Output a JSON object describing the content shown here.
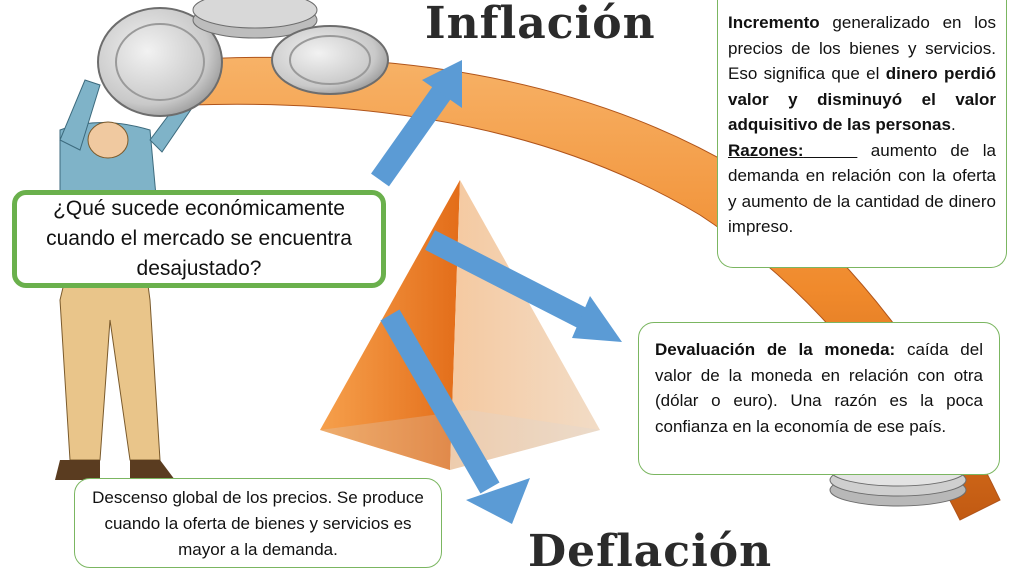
{
  "titles": {
    "inflacion": "Inflación",
    "deflacion": "Deflación"
  },
  "question": "¿Qué sucede económicamente cuando el mercado se encuentra desajustado?",
  "inflacion_box": {
    "term": "Incremento",
    "text1": " generalizado en los precios de los bienes y servicios. Eso significa que el ",
    "bold2": "dinero perdió valor y disminuyó el valor adquisitivo de las personas",
    "text2": ".",
    "razones_label": "Razones:",
    "razones_text": " aumento de la demanda en relación con la oferta y aumento de la cantidad de dinero impreso."
  },
  "devaluacion_box": {
    "term": "Devaluación de la moneda:",
    "text": " caída del valor de la moneda en relación con otra (dólar o euro). Una razón es la poca confianza en la economía de ese país."
  },
  "deflacion_box": {
    "text": "Descenso global de los precios. Se produce cuando la oferta de bienes y servicios es mayor a la demanda."
  },
  "colors": {
    "arrow_blue": "#5b9bd5",
    "green_border": "#6ab04c",
    "plank_orange": "#f08a2c",
    "pyramid_orange": "#f07f2a"
  }
}
